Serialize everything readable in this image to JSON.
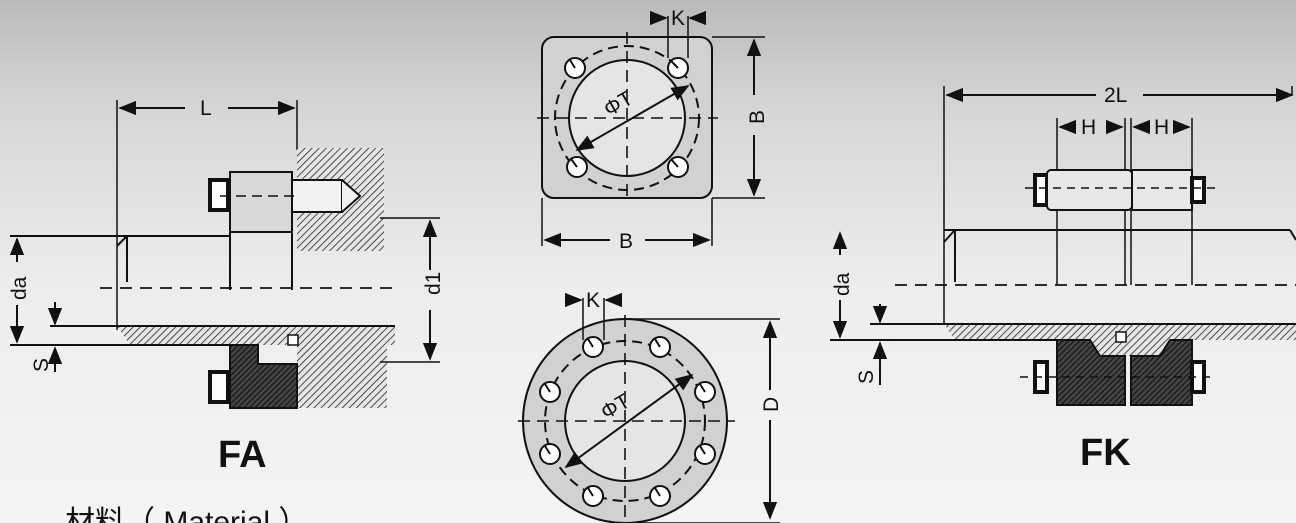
{
  "fa": {
    "title": "FA",
    "dim_L": "L",
    "dim_da": "da",
    "dim_d1": "d1",
    "dim_S": "S"
  },
  "square_flange": {
    "dim_K": "K",
    "dim_phi": "ΦT",
    "dim_B_right": "B",
    "dim_B_bottom": "B"
  },
  "round_flange": {
    "dim_K": "K",
    "dim_phi": "ΦT",
    "dim_D": "D"
  },
  "fk": {
    "title": "FK",
    "dim_2L": "2L",
    "dim_H_left": "H",
    "dim_H_right": "H",
    "dim_da": "da",
    "dim_S": "S"
  },
  "material_label": "材料（ Material ）",
  "colors": {
    "line": "#111111",
    "face": "#d0d1d2",
    "hatch": "#222222"
  }
}
